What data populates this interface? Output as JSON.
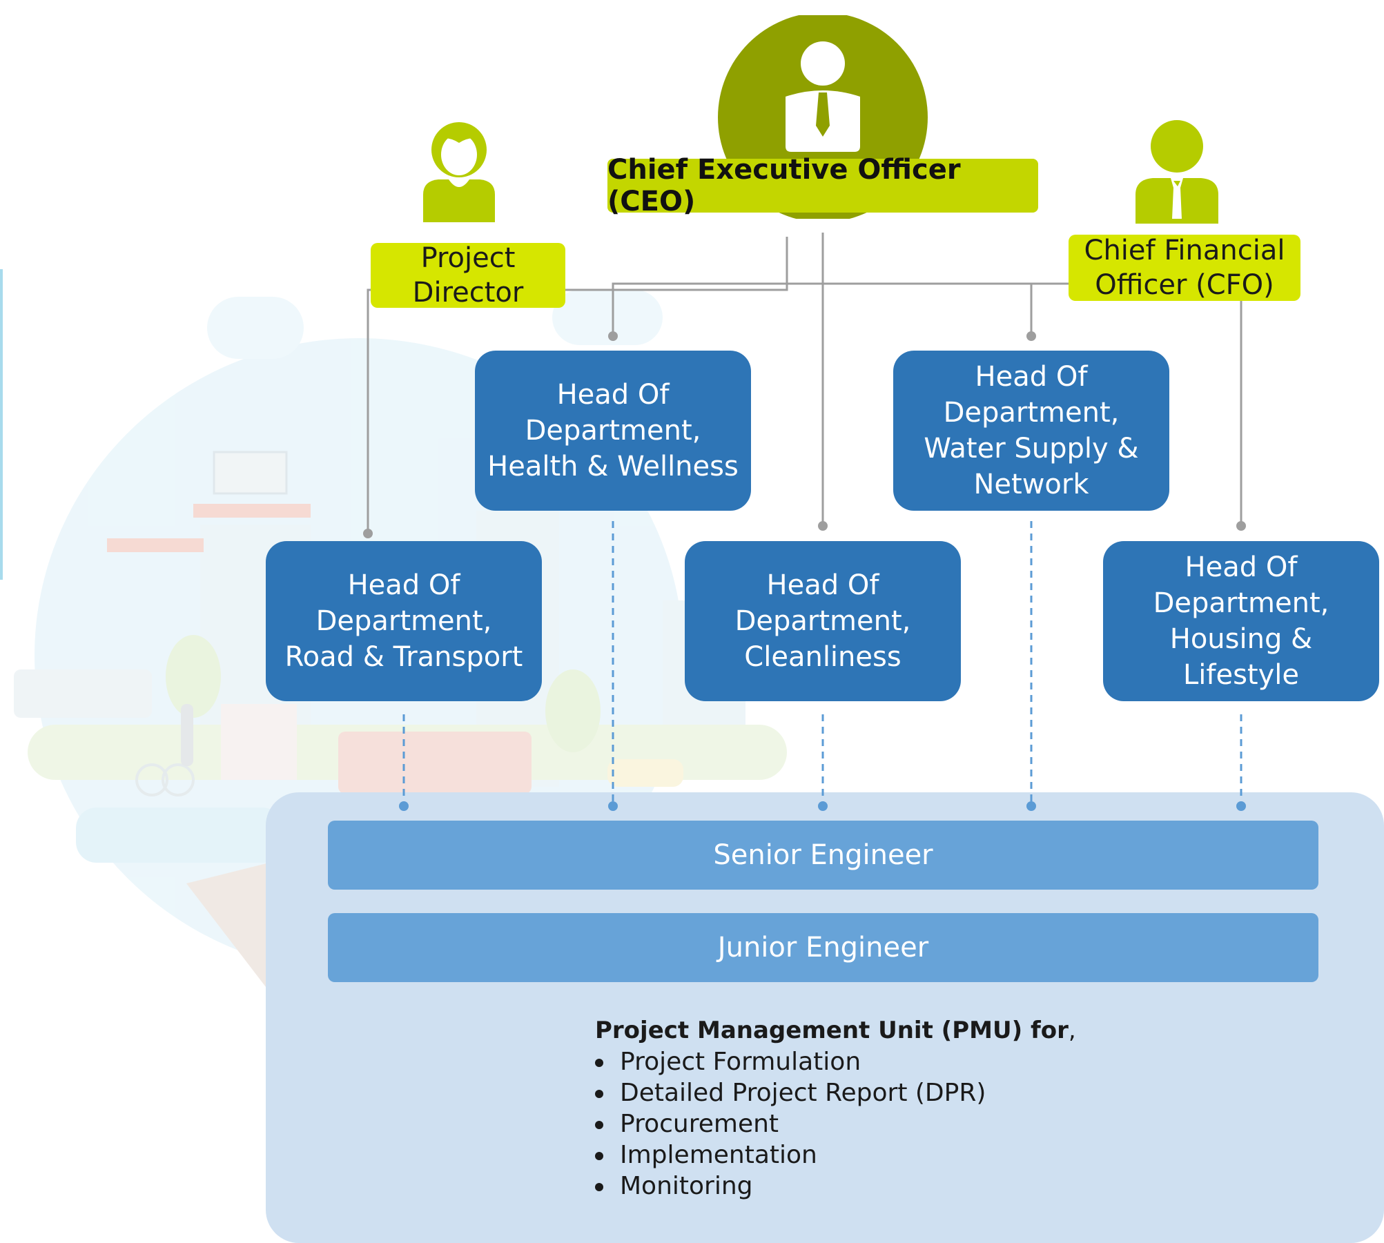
{
  "ceo": {
    "label": "Chief Executive Officer (CEO)"
  },
  "project_director": {
    "label": "Project\nDirector"
  },
  "cfo": {
    "label": "Chief Financial\nOfficer (CFO)"
  },
  "departments": [
    {
      "label": "Head Of\nDepartment,\nHealth & Wellness"
    },
    {
      "label": "Head Of\nDepartment,\nWater Supply &\nNetwork"
    },
    {
      "label": "Head Of\nDepartment,\nRoad & Transport"
    },
    {
      "label": "Head Of\nDepartment,\nCleanliness"
    },
    {
      "label": "Head Of\nDepartment,\nHousing &\nLifestyle"
    }
  ],
  "engineers": {
    "senior": "Senior Engineer",
    "junior": "Junior Engineer"
  },
  "pmu": {
    "title": "Project Management Unit (PMU) for",
    "title_suffix": ",",
    "items": [
      "Project Formulation",
      "Detailed Project Report (DPR)",
      "Procurement",
      "Implementation",
      "Monitoring"
    ]
  },
  "colors": {
    "ceo_circle": "#8fa000",
    "lime": "#d6e600",
    "person_icon": "#b5cc00",
    "department_box": "#2e75b6",
    "engineer_bar": "#67a3d8",
    "pmu_panel": "#cfe0f1",
    "connector": "#9e9e9e",
    "dashed_connector": "#5b9bd5"
  }
}
